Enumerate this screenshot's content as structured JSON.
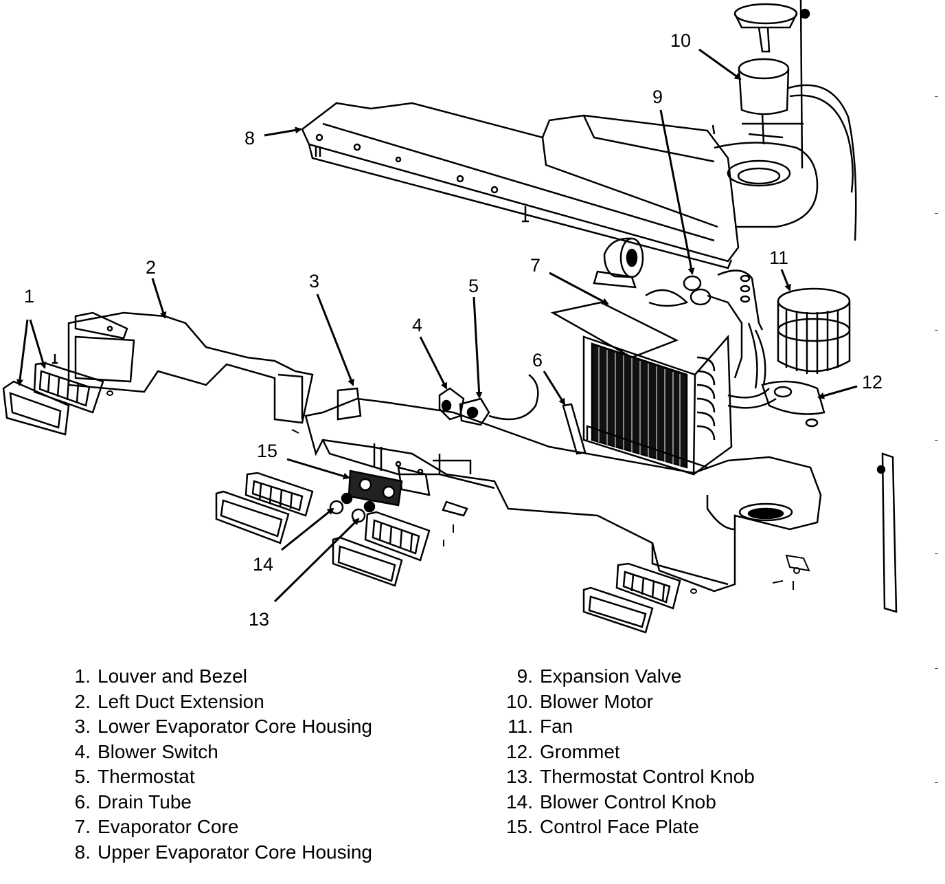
{
  "callouts": {
    "c1": "1",
    "c2": "2",
    "c3": "3",
    "c4": "4",
    "c5": "5",
    "c6": "6",
    "c7": "7",
    "c8": "8",
    "c9": "9",
    "c10": "10",
    "c11": "11",
    "c12": "12",
    "c13": "13",
    "c14": "14",
    "c15": "15"
  },
  "legend": {
    "left": [
      {
        "num": "1.",
        "label": "Louver and Bezel"
      },
      {
        "num": "2.",
        "label": "Left Duct Extension"
      },
      {
        "num": "3.",
        "label": "Lower Evaporator Core Housing"
      },
      {
        "num": "4.",
        "label": "Blower Switch"
      },
      {
        "num": "5.",
        "label": "Thermostat"
      },
      {
        "num": "6.",
        "label": "Drain Tube"
      },
      {
        "num": "7.",
        "label": "Evaporator Core"
      },
      {
        "num": "8.",
        "label": "Upper Evaporator Core Housing"
      }
    ],
    "right": [
      {
        "num": "9.",
        "label": "Expansion Valve"
      },
      {
        "num": "10.",
        "label": "Blower Motor"
      },
      {
        "num": "11.",
        "label": "Fan"
      },
      {
        "num": "12.",
        "label": "Grommet"
      },
      {
        "num": "13.",
        "label": "Thermostat Control Knob"
      },
      {
        "num": "14.",
        "label": "Blower Control Knob"
      },
      {
        "num": "15.",
        "label": "Control Face Plate"
      }
    ]
  }
}
